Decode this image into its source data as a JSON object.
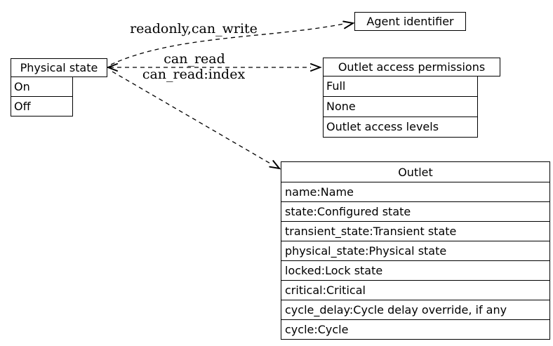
{
  "diagram": {
    "background_color": "#ffffff",
    "line_color": "#000000",
    "nodes": {
      "physical_state": {
        "title": "Physical state",
        "rows": [
          "On",
          "Off"
        ]
      },
      "agent_identifier": {
        "title": "Agent identifier"
      },
      "outlet_access_permissions": {
        "title": "Outlet access permissions",
        "rows": [
          "Full",
          "None",
          "Outlet access levels"
        ]
      },
      "outlet": {
        "title": "Outlet",
        "rows": [
          "name:Name",
          "state:Configured state",
          "transient_state:Transient state",
          "physical_state:Physical state",
          "locked:Lock state",
          "critical:Critical",
          "cycle_delay:Cycle delay override, if any",
          "cycle:Cycle"
        ]
      }
    },
    "edges": {
      "readonly_can_write": {
        "label": "readonly,can_write"
      },
      "can_read": {
        "label": "can_read"
      },
      "can_read_index": {
        "label": "can_read:index"
      }
    }
  }
}
